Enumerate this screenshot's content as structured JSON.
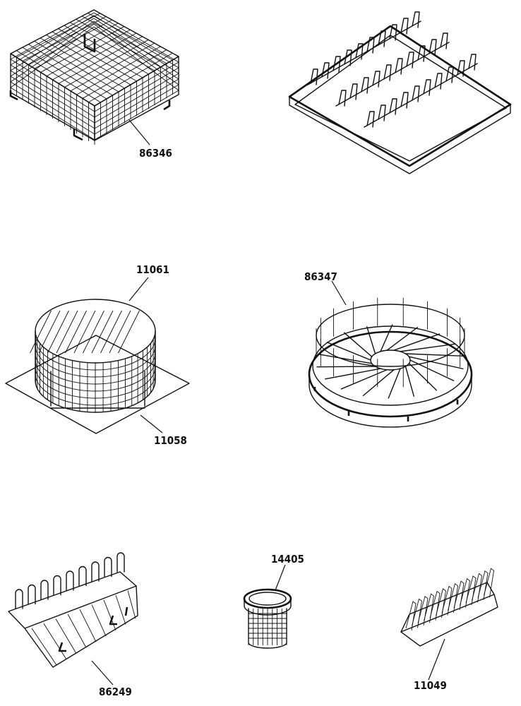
{
  "diagram": {
    "parts": [
      {
        "id": "basket-square",
        "part_number": "86346"
      },
      {
        "id": "rack-plate",
        "part_number": ""
      },
      {
        "id": "basket-round",
        "part_number": "11061"
      },
      {
        "id": "base-sheet",
        "part_number": "11058"
      },
      {
        "id": "rack-round",
        "part_number": "86347"
      },
      {
        "id": "insert-comb",
        "part_number": "86249"
      },
      {
        "id": "cup-small",
        "part_number": "14405"
      },
      {
        "id": "rack-plate-small",
        "part_number": "11049"
      }
    ]
  }
}
